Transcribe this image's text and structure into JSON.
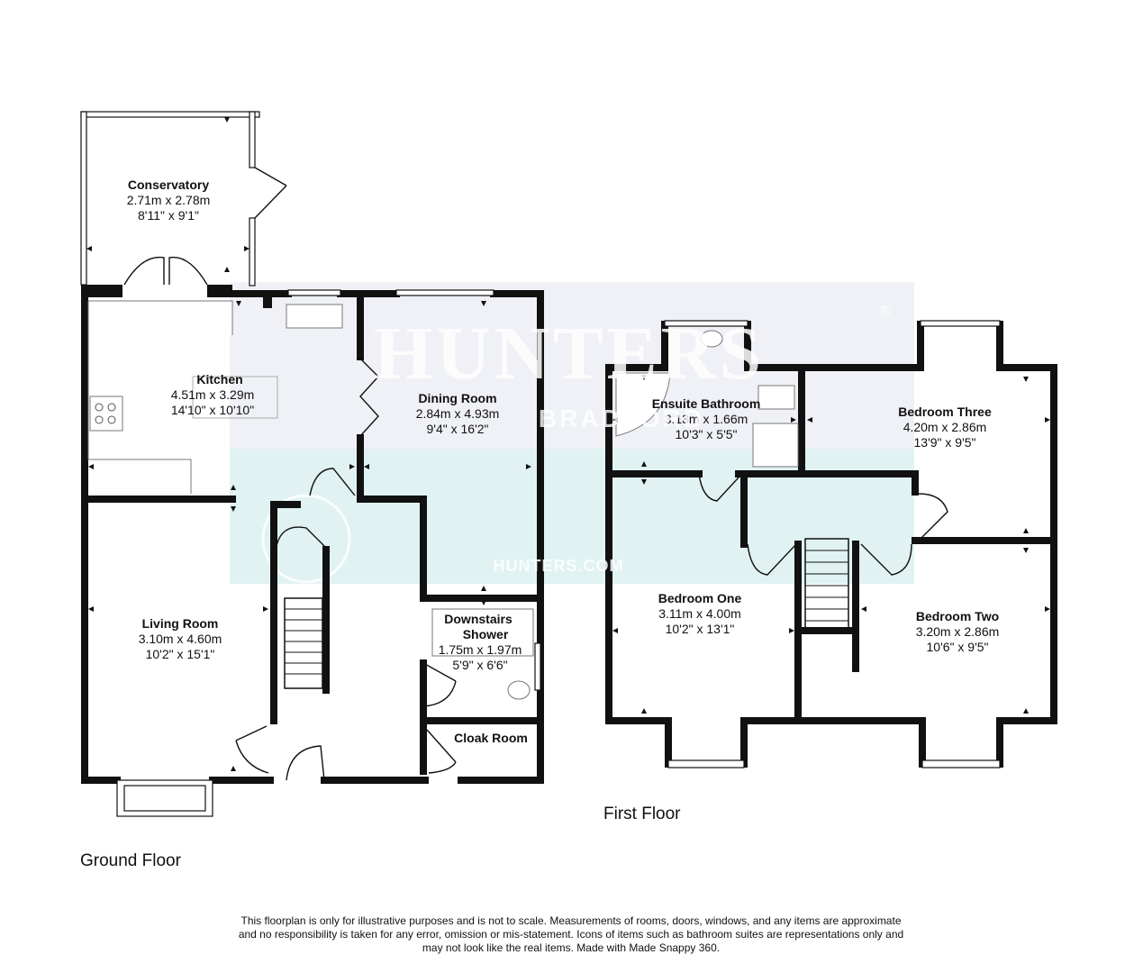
{
  "watermark": {
    "brand": "HUNTERS",
    "registered": "®",
    "location": "BRADFORD",
    "url": "HUNTERS.COM"
  },
  "floors": {
    "ground": {
      "label": "Ground Floor"
    },
    "first": {
      "label": "First Floor"
    }
  },
  "rooms": {
    "conservatory": {
      "name": "Conservatory",
      "metric": "2.71m x 2.78m",
      "imperial": "8'11\" x 9'1\""
    },
    "kitchen": {
      "name": "Kitchen",
      "metric": "4.51m x 3.29m",
      "imperial": "14'10\" x 10'10\""
    },
    "dining_room": {
      "name": "Dining Room",
      "metric": "2.84m x 4.93m",
      "imperial": "9'4\" x 16'2\""
    },
    "living_room": {
      "name": "Living Room",
      "metric": "3.10m x 4.60m",
      "imperial": "10'2\" x 15'1\""
    },
    "downstairs_shower": {
      "name_line1": "Downstairs",
      "name_line2": "Shower",
      "metric": "1.75m x 1.97m",
      "imperial": "5'9\" x 6'6\""
    },
    "cloak_room": {
      "name": "Cloak Room"
    },
    "ensuite_bathroom": {
      "name": "Ensuite Bathroom",
      "metric": "3.13m x 1.66m",
      "imperial": "10'3\" x 5'5\""
    },
    "bedroom_three": {
      "name": "Bedroom Three",
      "metric": "4.20m x 2.86m",
      "imperial": "13'9\" x 9'5\""
    },
    "bedroom_one": {
      "name": "Bedroom One",
      "metric": "3.11m x 4.00m",
      "imperial": "10'2\" x 13'1\""
    },
    "bedroom_two": {
      "name": "Bedroom Two",
      "metric": "3.20m x 2.86m",
      "imperial": "10'6\" x 9'5\""
    }
  },
  "disclaimer": [
    "This floorplan is only for illustrative purposes and is not to scale. Measurements of rooms, doors, windows, and any items are approximate",
    "and no responsibility is taken for any error, omission or mis-statement. Icons of items such as bathroom suites are representations only and",
    "may not look like the real items. Made with Made Snappy 360."
  ]
}
